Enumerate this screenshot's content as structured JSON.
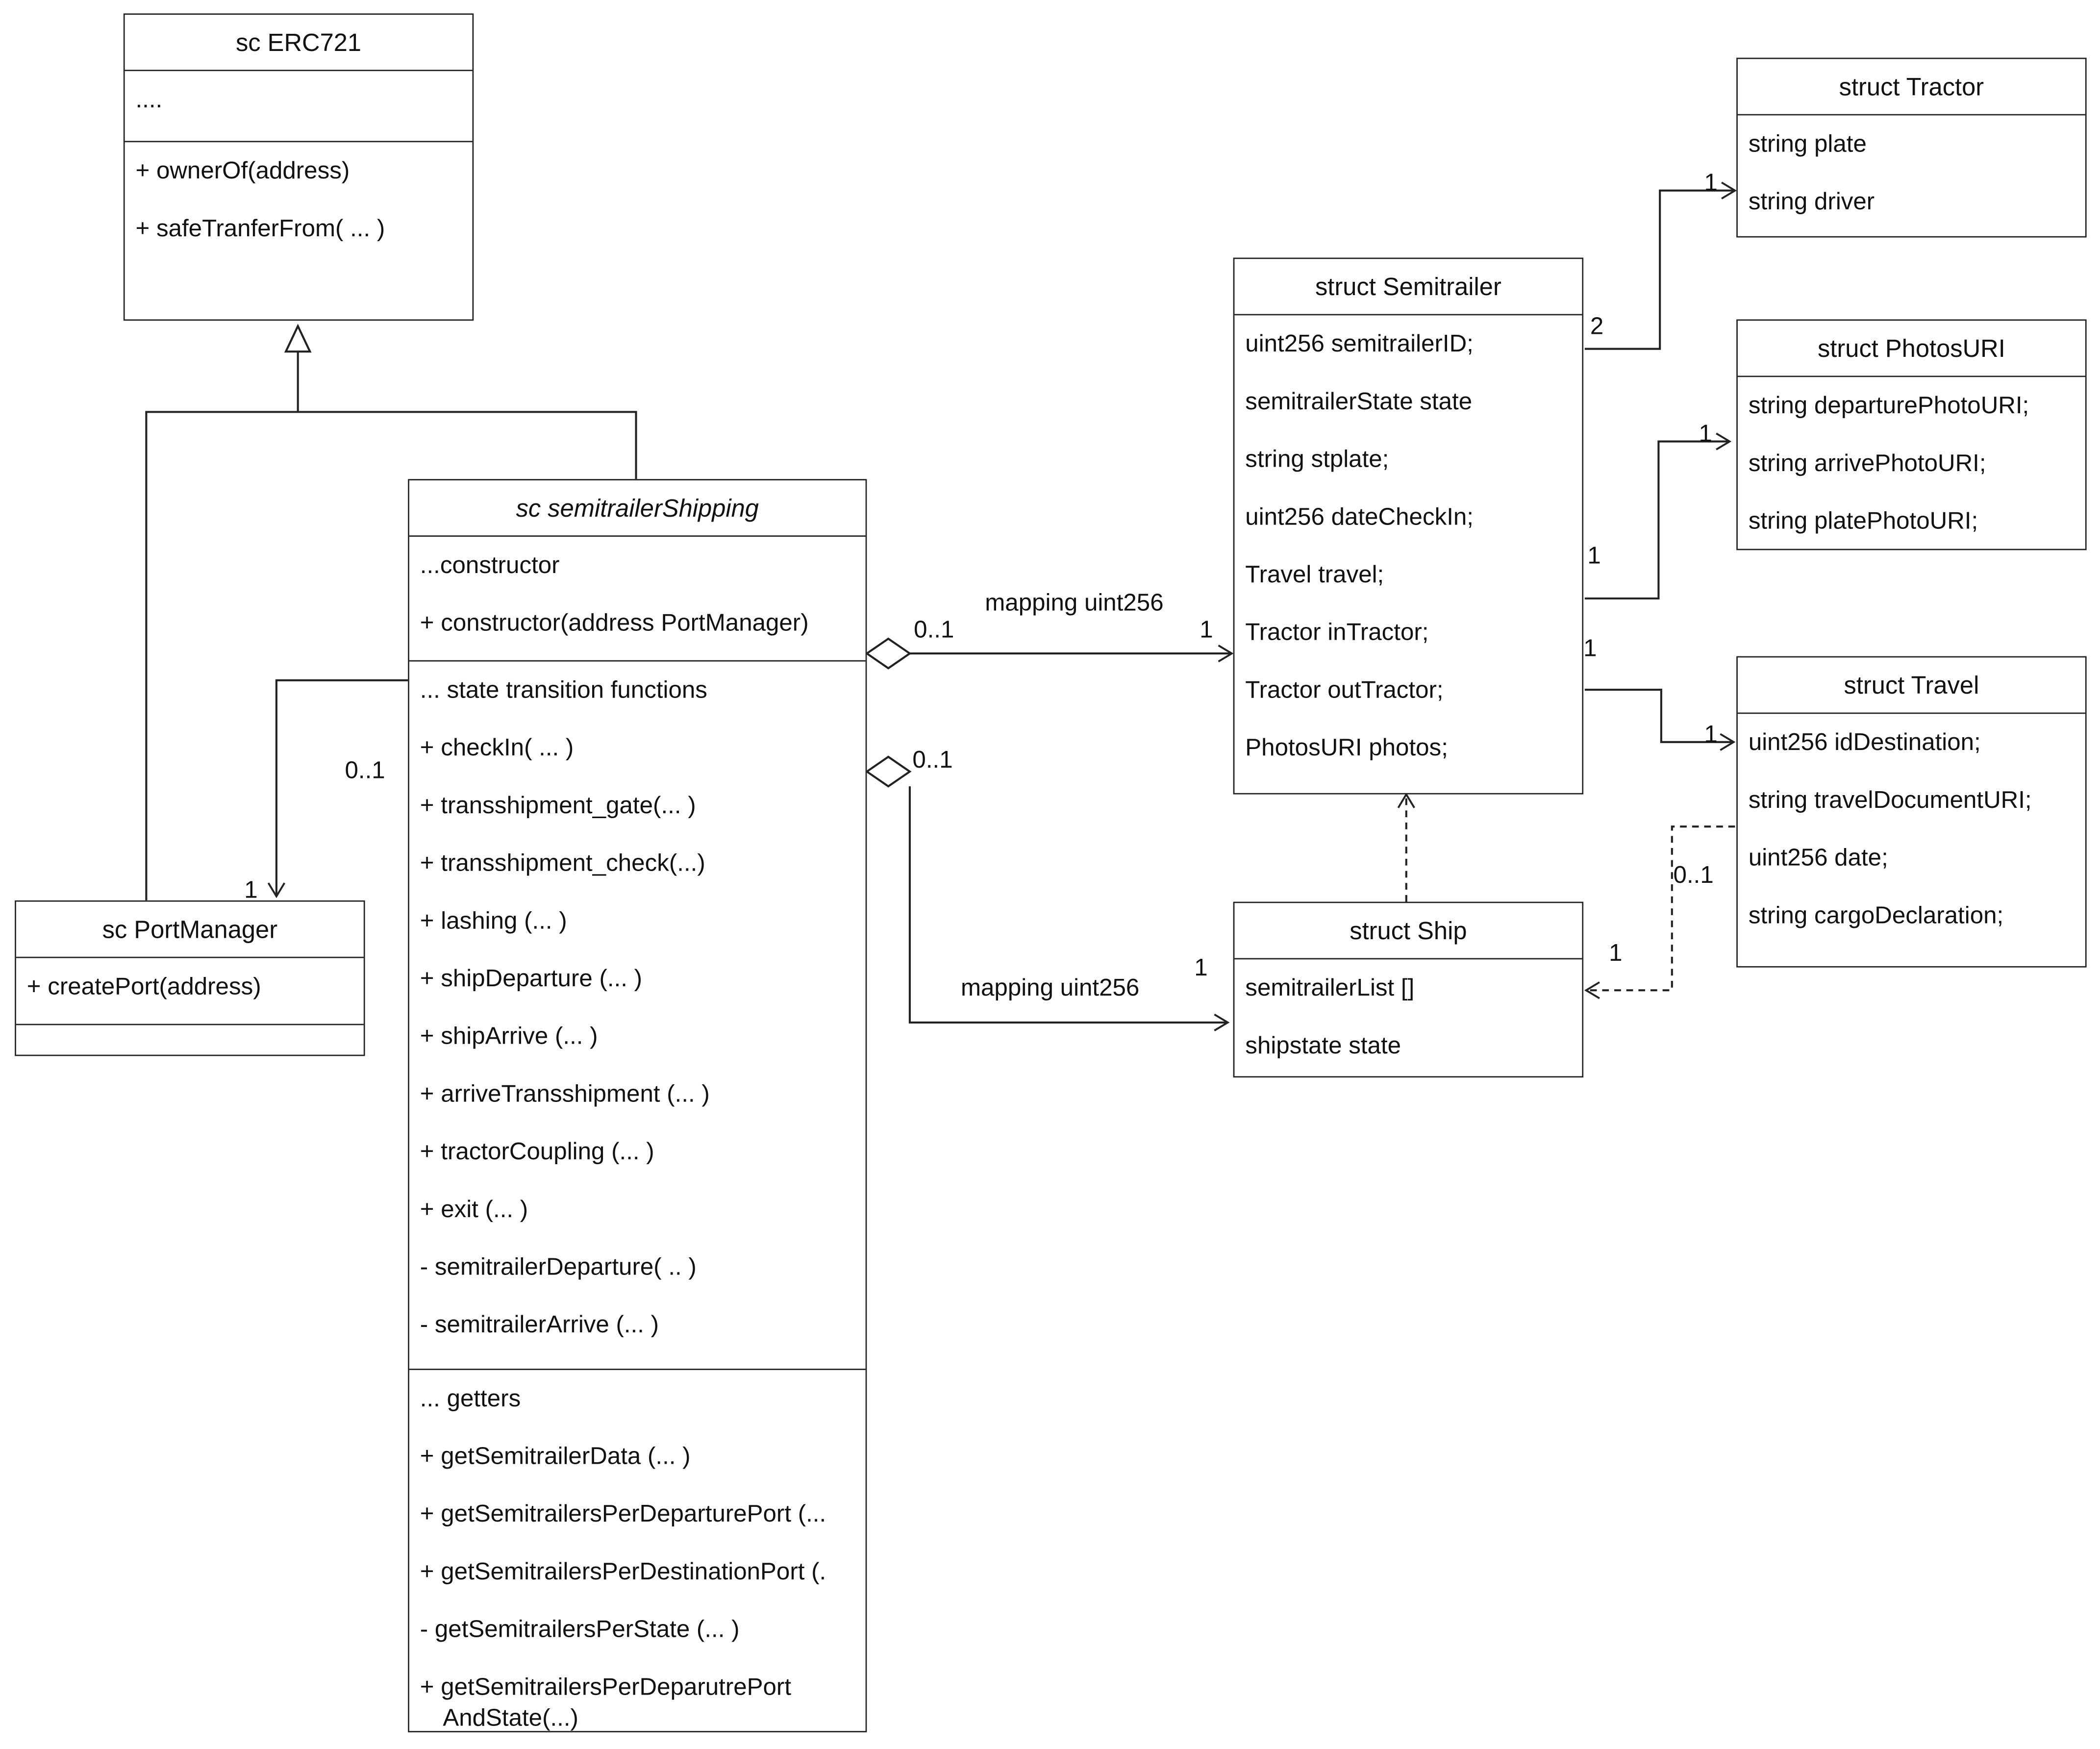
{
  "boxes": {
    "erc721": {
      "title": "sc ERC721",
      "sections": [
        [
          "...."
        ],
        [
          "+ ownerOf(address)",
          "+ safeTranferFrom( ... )"
        ]
      ]
    },
    "portmanager": {
      "title": "sc PortManager",
      "sections": [
        [
          "+ createPort(address)"
        ],
        []
      ]
    },
    "shipping": {
      "title": "sc semitrailerShipping",
      "sections": [
        [
          "...constructor",
          "+ constructor(address PortManager)"
        ],
        [
          "... state transition functions",
          "+ checkIn( ... )",
          "+ transshipment_gate(... )",
          "+ transshipment_check(...)",
          "+ lashing (... )",
          "+ shipDeparture (... )",
          "+ shipArrive (... )",
          "+ arriveTransshipment (... )",
          "+ tractorCoupling (... )",
          "+ exit (... )",
          "- semitrailerDeparture( .. )",
          "- semitrailerArrive (... )"
        ],
        [
          "... getters",
          "+ getSemitrailerData (... )",
          "+ getSemitrailersPerDeparturePort (...",
          "+ getSemitrailersPerDestinationPort (.",
          "- getSemitrailersPerState (... )",
          "+ getSemitrailersPerDeparutrePort AndState(...)"
        ]
      ]
    },
    "semitrailer": {
      "title": "struct Semitrailer",
      "sections": [
        [
          "uint256 semitrailerID;",
          "semitrailerState state",
          "string stplate;",
          "uint256 dateCheckIn;",
          "Travel travel;",
          "Tractor inTractor;",
          "Tractor outTractor;",
          "PhotosURI photos;"
        ]
      ]
    },
    "ship": {
      "title": "struct Ship",
      "sections": [
        [
          "semitrailerList []",
          "shipstate state"
        ]
      ]
    },
    "tractor": {
      "title": "struct Tractor",
      "sections": [
        [
          "string plate",
          "string driver"
        ]
      ]
    },
    "photos": {
      "title": "struct PhotosURI",
      "sections": [
        [
          "string departurePhotoURI;",
          "string arrivePhotoURI;",
          "string platePhotoURI;"
        ]
      ]
    },
    "travel": {
      "title": "struct Travel",
      "sections": [
        [
          "uint256 idDestination;",
          "string travelDocumentURI;",
          "uint256 date;",
          "string cargoDeclaration;"
        ]
      ]
    }
  },
  "labels": {
    "mapping_semitrailer": "mapping uint256",
    "mapping_ship": "mapping uint256",
    "agg1_near": "0..1",
    "agg1_far": "1",
    "agg2_near": "0..1",
    "agg2_far": "1",
    "pm_mult_upper": "0..1",
    "pm_mult_lower": "1",
    "tractor_from": "2",
    "tractor_to": "1",
    "photos_from": "1",
    "photos_to": "1",
    "travel_from": "1",
    "travel_to": "1",
    "travel_ship_near": "0..1",
    "travel_ship_far": "1"
  }
}
